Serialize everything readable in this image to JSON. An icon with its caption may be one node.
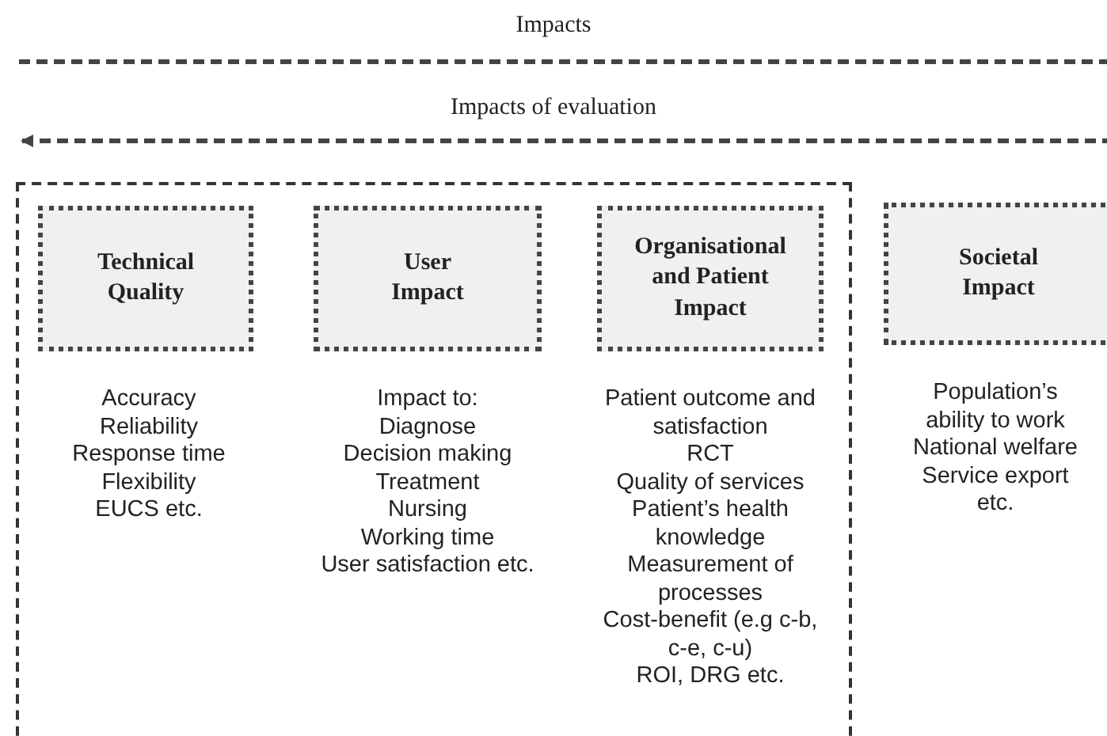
{
  "diagram": {
    "nodes": [
      {
        "text": [],
        "shape": "box"
      },
      {
        "text": [
          "Technical Quality"
        ],
        "in": 0,
        "beside": [
          "Accuracy",
          "Reliability",
          "Response time",
          "Flexibility",
          "EUCS etc."
        ]
      },
      {
        "text": [
          "User Impact"
        ],
        "in": 0,
        "beside": [
          "Impact to:",
          "Diagnose",
          "Decision making",
          "Treatment",
          "Nursing",
          "Working time",
          "User satisfaction etc."
        ]
      },
      {
        "text": [
          "Organisational and Patient Impact"
        ],
        "in": 0,
        "beside": [
          "Patient outcome and satisfaction",
          "RCT",
          "Quality of services",
          "Patient’s health knowledge",
          "Measurement of processes",
          "Cost-benefit (e.g c-b, c-e, c-u)",
          "ROI, DRG etc."
        ]
      },
      {
        "text": [
          "Societal Impact"
        ],
        "beside": [
          "Population’s ability to work",
          "National welfare",
          "Service export etc."
        ]
      }
    ],
    "labels": [
      "Impacts",
      "Impacts of evaluation"
    ]
  }
}
